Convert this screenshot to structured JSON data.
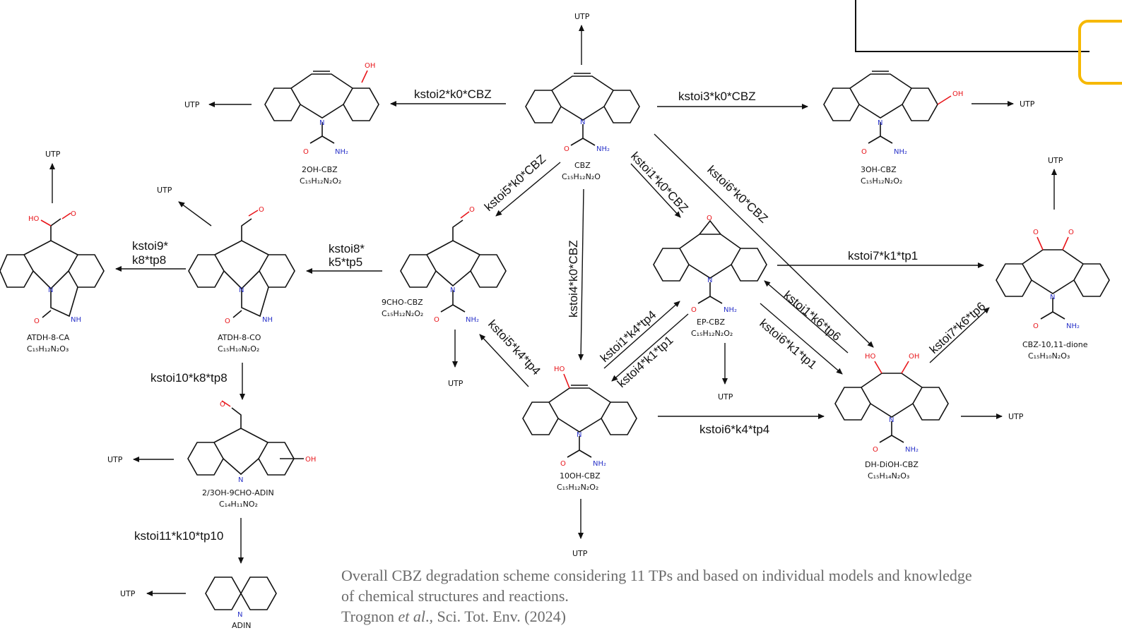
{
  "molecules": {
    "cbz": {
      "name": "CBZ",
      "formula": "C₁₅H₁₂N₂O"
    },
    "oh2": {
      "name": "2OH-CBZ",
      "formula": "C₁₅H₁₂N₂O₂"
    },
    "oh3": {
      "name": "3OH-CBZ",
      "formula": "C₁₅H₁₂N₂O₂"
    },
    "cho9": {
      "name": "9CHO-CBZ",
      "formula": "C₁₅H₁₂N₂O₂"
    },
    "atdh_co": {
      "name": "ATDH-8-CO",
      "formula": "C₁₅H₁₀N₂O₂"
    },
    "atdh_ca": {
      "name": "ATDH-8-CA",
      "formula": "C₁₅H₁₂N₂O₃"
    },
    "ep": {
      "name": "EP-CBZ",
      "formula": "C₁₅H₁₂N₂O₂"
    },
    "oh10": {
      "name": "10OH-CBZ",
      "formula": "C₁₅H₁₂N₂O₂"
    },
    "diol": {
      "name": "DH-DiOH-CBZ",
      "formula": "C₁₅H₁₄N₂O₃"
    },
    "dione": {
      "name": "CBZ-10,11-dione",
      "formula": "C₁₅H₁₀N₂O₃"
    },
    "adin_oh": {
      "name": "2/3OH-9CHO-ADIN",
      "formula": "C₁₄H₁₁NO₂"
    },
    "adin": {
      "name": "ADIN"
    }
  },
  "rates": {
    "k2": "kstoi2*k0*CBZ",
    "k3": "kstoi3*k0*CBZ",
    "k5a": "kstoi5*k0*CBZ",
    "k1a": "kstoi1*k0*CBZ",
    "k6a": "kstoi6*k0*CBZ",
    "k4a": "kstoi4*k0*CBZ",
    "k7a": "kstoi7*k1*tp1",
    "k1b": "kstoi1*k6*tp6",
    "k6b": "kstoi6*k1*tp1",
    "k1c": "kstoi1*k4*tp4",
    "k4b": "kstoi4*k1*tp1",
    "k5b": "kstoi5*k4*tp4",
    "k7b": "kstoi7*k6*tp6",
    "k6c": "kstoi6*k4*tp4",
    "k8_l1": "kstoi8*",
    "k8_l2": "k5*tp5",
    "k9_l1": "kstoi9*",
    "k9_l2": "k8*tp8",
    "k10": "kstoi10*k8*tp8",
    "k11": "kstoi11*k10*tp10"
  },
  "utp_label": "UTP",
  "atoms": {
    "oh": "OH",
    "ho": "HO",
    "o": "O",
    "n": "N",
    "nh2": "NH₂",
    "nh": "NH"
  },
  "caption": {
    "line1": "Overall CBZ degradation scheme considering 11 TPs and based on individual models and knowledge",
    "line2": "of chemical structures and reactions.",
    "ref_authors": "Trognon ",
    "ref_etal": "et al",
    "ref_rest": "., Sci. Tot. Env. (2024)"
  },
  "colors": {
    "oxygen": "#e8161b",
    "nitrogen": "#2a33c9",
    "caption": "#6b6b6b",
    "highlight": "#f6b800"
  }
}
